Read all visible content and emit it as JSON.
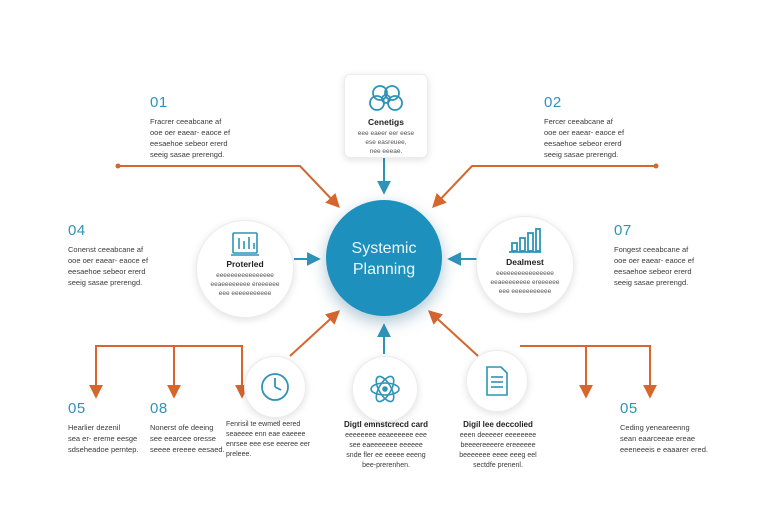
{
  "hub": {
    "label": "Systemic\nPlanning"
  },
  "steps": [
    {
      "id": "s01",
      "number": "01",
      "text": "Fracrer ceeabcane af\nooe oer eaear- eaoce ef\neesaehoe sebeor ererd\nseeig sasae prerengd."
    },
    {
      "id": "s02",
      "number": "02",
      "text": "Fercer ceeabcane af\nooe oer eaear- eaoce ef\neesaehoe sebeor ererd\nseeig sasae prerengd."
    },
    {
      "id": "s04",
      "number": "04",
      "text": "Conenst ceeabcane af\nooe oer eaear- eaoce ef\neesaehoe sebeor ererd\nseeig sasae prerengd."
    },
    {
      "id": "s07",
      "number": "07",
      "text": "Fongest ceeabcane af\nooe oer eaear- eaoce ef\neesaehoe sebeor ererd\nseeig sasae prerengd."
    },
    {
      "id": "s05a",
      "number": "05",
      "text": "Hearlier dezenil\nsea er- ereme eesge\nsdseheadoe perntep."
    },
    {
      "id": "s08",
      "number": "08",
      "text": "Nonerst ofe deeing\nsee eearcee oresse\nseeee ereeee eesaed."
    },
    {
      "id": "s05b",
      "number": "05",
      "text": "Ceding yeneareenng\nsean eaarceeae ereae\neeeneeeis e eaaarer ered."
    }
  ],
  "nodes": {
    "top": {
      "title": "Cenetigs",
      "sub": "eee eaeer eer eese\nese easreuee,\nnee eeeae."
    },
    "left": {
      "title": "Proterled",
      "sub": "eeeeeeeeeeeeeeee\neeaeeeeeeee ereeeeee\neee eeeeeeeeeee"
    },
    "right": {
      "title": "Dealmest",
      "sub": "eeeeeeeeeeeeeeee\neeaeeeeeeee ereeeeee\neee eeeeeeeeeee"
    },
    "bottom_left": {
      "title": "",
      "text": "Fenrisil te ewmetl eered\nseaeeee enn eae eaeeee\nenrsee eee ese eeeree eer\npreleee."
    },
    "bottom_center": {
      "title": "Digtl emnstcrecd card",
      "text": "eeeeeeee eeaeeeeee eee\nsee eaeeeeeee eeeeee\nsnde fler ee eeeee eeeng\nbee-prerenhen."
    },
    "bottom_right": {
      "title": "Digil lee deccolied",
      "text": "eeen deeeeer eeeeeeee\nbeeeereeeere ereeeeee\nbeeeeeee eeee eeeg eel\nsectdfe prenenl."
    }
  },
  "colors": {
    "hub": "#1e90bd",
    "accent_blue": "#2f93b8",
    "arrow_orange": "#d4662e"
  },
  "icons": {
    "top": "flower-network-icon",
    "left": "bar-chart-frame-icon",
    "right": "bar-chart-icon",
    "bottom_left": "clock-icon",
    "bottom_center": "atom-icon",
    "bottom_right": "document-icon"
  }
}
